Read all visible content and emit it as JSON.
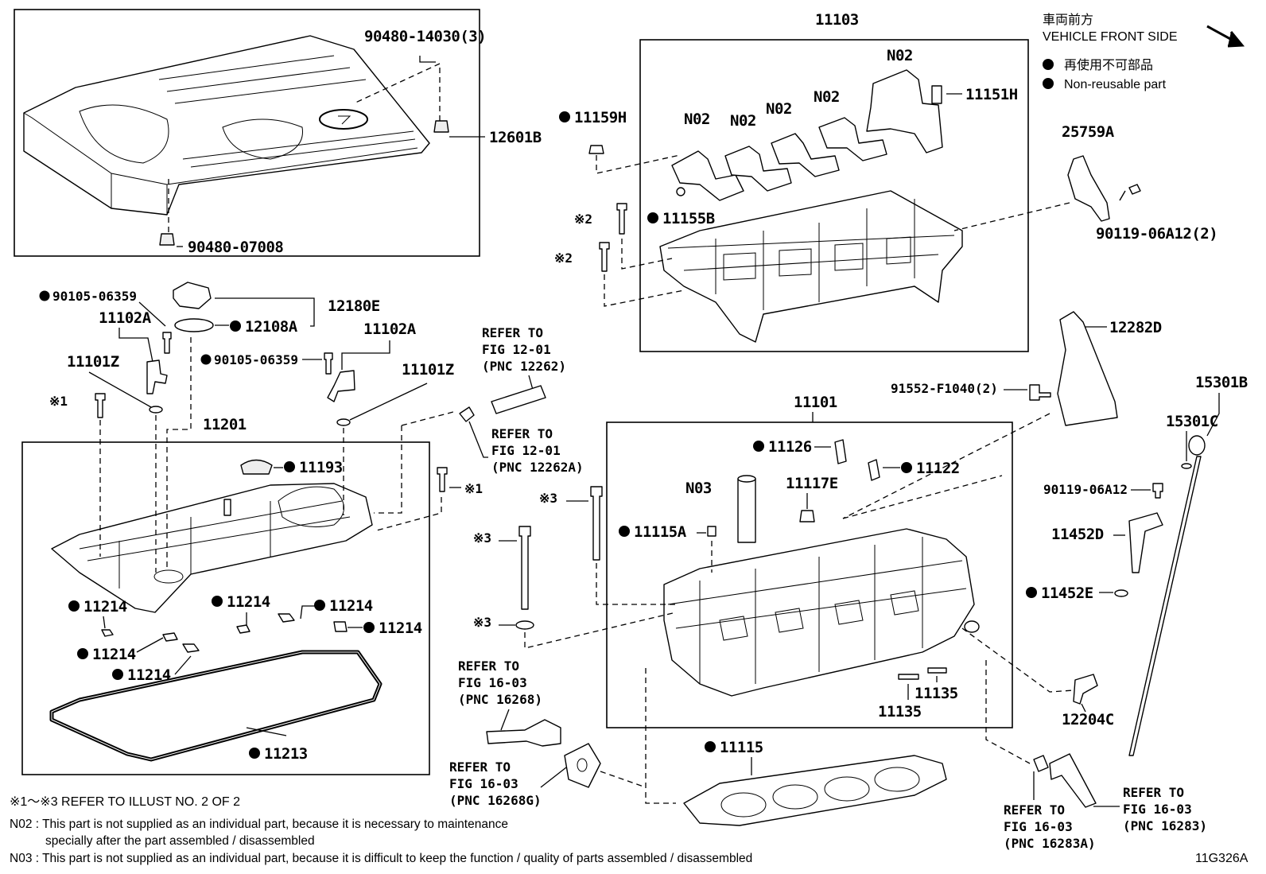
{
  "legend": {
    "front_side_jp": "車両前方",
    "front_side_en": "VEHICLE FRONT SIDE",
    "nonreusable_jp": "再使用不可部品",
    "nonreusable_en": "Non-reusable part"
  },
  "labels": {
    "p12601B": "12601B",
    "p90480_14030": "90480-14030(3)",
    "p90480_07008": "90480-07008",
    "p11103": "11103",
    "pN02_a": "N02",
    "pN02_b": "N02",
    "pN02_c": "N02",
    "pN02_d": "N02",
    "pN02_e": "N02",
    "p11151H": "11151H",
    "p11159H": "11159H",
    "p11155B": "11155B",
    "pX2_a": "※2",
    "pX2_b": "※2",
    "p25759A": "25759A",
    "p90119_06A12_2": "90119-06A12(2)",
    "p90105_06359_a": "90105-06359",
    "p11102A_a": "11102A",
    "p11101Z_a": "11101Z",
    "p12180E": "12180E",
    "p12108A": "12108A",
    "p11102A_b": "11102A",
    "p90105_06359_b": "90105-06359",
    "p11101Z_b": "11101Z",
    "pX1_a": "※1",
    "p11201": "11201",
    "p11193": "11193",
    "pX1_b": "※1",
    "p11214_a": "11214",
    "p11214_b": "11214",
    "p11214_c": "11214",
    "p11214_d": "11214",
    "p11214_e": "11214",
    "p11214_f": "11214",
    "p11213": "11213",
    "p12282D": "12282D",
    "p91552_F1040": "91552-F1040(2)",
    "p11101": "11101",
    "p15301B": "15301B",
    "p15301C": "15301C",
    "p11126": "11126",
    "p11122": "11122",
    "pN03": "N03",
    "p11117E": "11117E",
    "pX3_a": "※3",
    "pX3_b": "※3",
    "pX3_c": "※3",
    "p11115A": "11115A",
    "p90119_06A12": "90119-06A12",
    "p11452D": "11452D",
    "p11452E": "11452E",
    "p12204C": "12204C",
    "p11135_a": "11135",
    "p11135_b": "11135",
    "p11115": "11115",
    "code": "11G326A"
  },
  "refers": {
    "r12262_a": "REFER TO",
    "r12262_b": "FIG 12-01",
    "r12262_c": "(PNC 12262)",
    "r12262A_a": "REFER TO",
    "r12262A_b": "FIG 12-01",
    "r12262A_c": "(PNC 12262A)",
    "r16268_a": "REFER TO",
    "r16268_b": "FIG 16-03",
    "r16268_c": "(PNC 16268)",
    "r16268G_a": "REFER TO",
    "r16268G_b": "FIG 16-03",
    "r16268G_c": "(PNC 16268G)",
    "r16283A_a": "REFER TO",
    "r16283A_b": "FIG 16-03",
    "r16283A_c": "(PNC 16283A)",
    "r16283_a": "REFER TO",
    "r16283_b": "FIG 16-03",
    "r16283_c": "(PNC 16283)"
  },
  "notes": {
    "refer_illust": "※1～※3  REFER TO ILLUST NO. 2 OF 2",
    "n02_line1": "N02 : This part is not supplied as an individual part, because it is necessary to maintenance",
    "n02_line2": "specially after the part assembled / disassembled",
    "n03_line1": "N03 : This part is not supplied as an individual part, because it is difficult to keep the function / quality of parts  assembled / disassembled"
  }
}
